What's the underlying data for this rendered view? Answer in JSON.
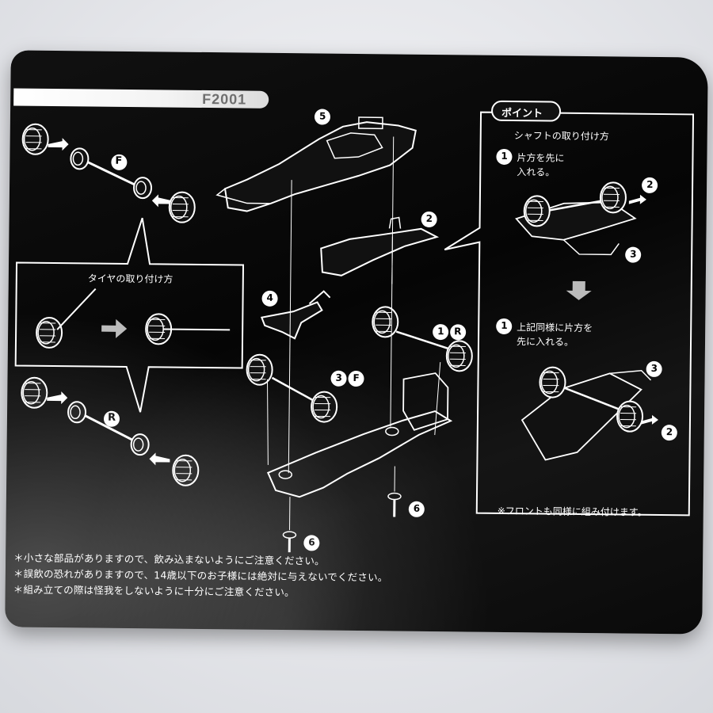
{
  "model_label": "F2001",
  "tire_box": {
    "title": "タイヤの取り付け方"
  },
  "point_box": {
    "badge": "ポイント",
    "subtitle": "シャフトの取り付け方",
    "step1": {
      "num": "1",
      "line1": "片方を先に",
      "line2": "入れる。"
    },
    "step2": {
      "num": "1",
      "line1": "上記同様に片方を",
      "line2": "先に入れる。"
    },
    "callouts": {
      "a": "2",
      "b": "3",
      "c": "3",
      "d": "2"
    },
    "note": "※フロントも同様に組み付けます。"
  },
  "part_labels": {
    "front_axle": "F",
    "rear_axle": "R",
    "body": "5",
    "wing": "2",
    "bracket": "4",
    "rear_unit_num": "1",
    "rear_unit_letter": "R",
    "front_unit_num": "3",
    "front_unit_letter": "F",
    "screw_a": "6",
    "screw_b": "6"
  },
  "warnings": [
    "＊小さな部品がありますので、飲み込まないようにご注意ください。",
    "＊誤飲の恐れがありますので、14歳以下のお子様には絶対に与えないでください。",
    "＊組み立ての際は怪我をしないように十分にご注意ください。"
  ],
  "colors": {
    "card": "#0a0a0a",
    "line_art": "#ffffff",
    "label_band": "#f3f3f3",
    "label_text": "#6f6f6f",
    "backdrop": "#e9eaee"
  }
}
